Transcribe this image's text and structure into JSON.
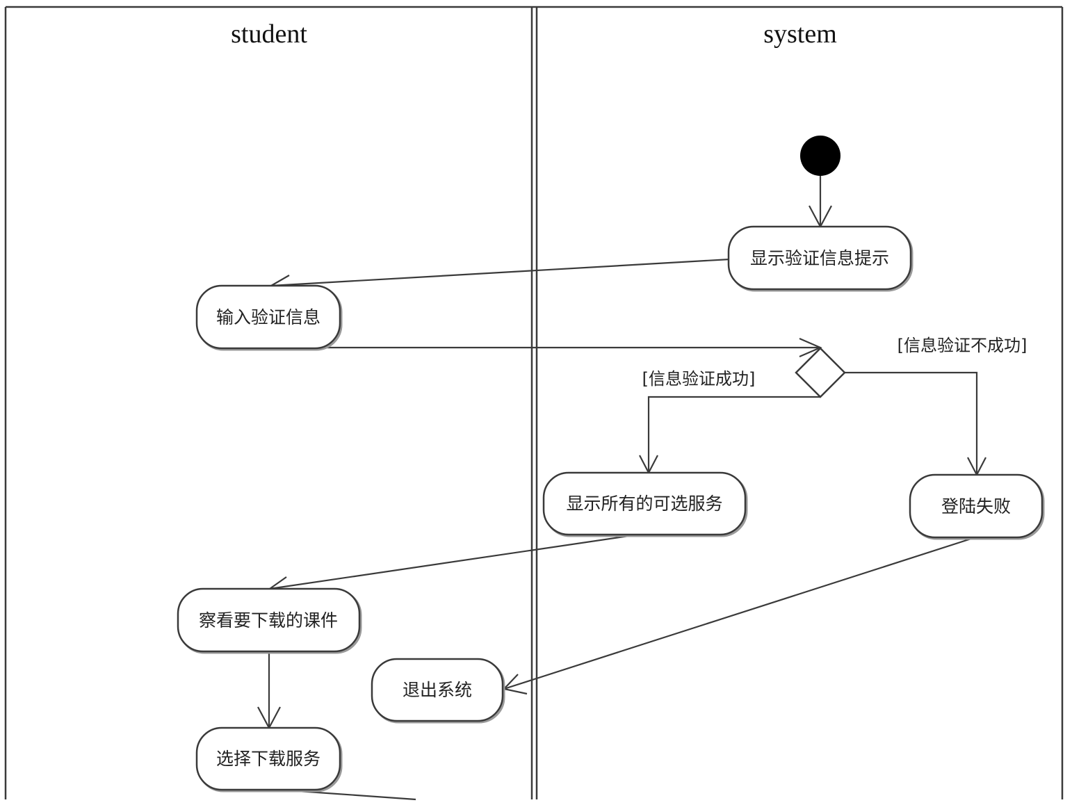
{
  "lanes": {
    "student": "student",
    "system": "system"
  },
  "nodes": {
    "show_prompt": "显示验证信息提示",
    "input_info": "输入验证信息",
    "show_services": "显示所有的可选服务",
    "login_failed": "登陆失败",
    "view_courseware": "察看要下载的课件",
    "exit_system": "退出系统",
    "select_download": "选择下载服务"
  },
  "guards": {
    "success": "[信息验证成功]",
    "failure": "[信息验证不成功]"
  }
}
